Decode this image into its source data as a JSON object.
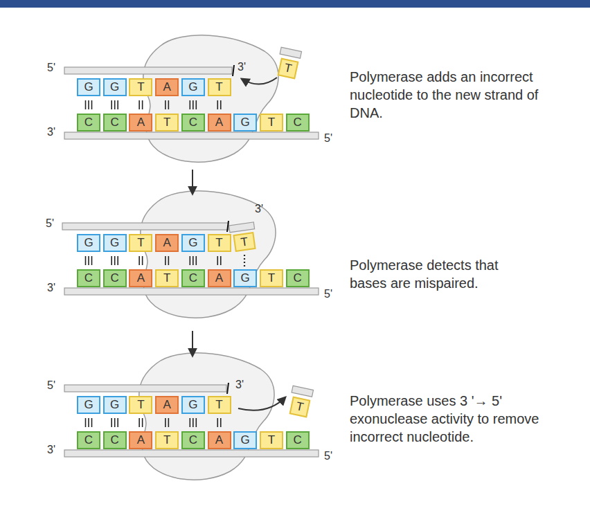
{
  "diagram": {
    "nodes": [
      {
        "text": [
          "G"
        ]
      },
      {
        "text": [
          "G"
        ]
      },
      {
        "text": [
          "T"
        ]
      },
      {
        "text": [
          "A"
        ]
      },
      {
        "text": [
          "G"
        ]
      },
      {
        "text": [
          "T"
        ]
      },
      {
        "text": [
          "T"
        ]
      },
      {
        "text": [
          "C"
        ]
      },
      {
        "text": [
          "C"
        ]
      },
      {
        "text": [
          "A"
        ]
      },
      {
        "text": [
          "T"
        ]
      },
      {
        "text": [
          "C"
        ]
      },
      {
        "text": [
          "A"
        ]
      },
      {
        "text": [
          "G"
        ]
      },
      {
        "text": [
          "T"
        ]
      },
      {
        "text": [
          "C"
        ]
      },
      {
        "text": [
          "G"
        ]
      },
      {
        "text": [
          "G"
        ]
      },
      {
        "text": [
          "T"
        ]
      },
      {
        "text": [
          "A"
        ]
      },
      {
        "text": [
          "G"
        ]
      },
      {
        "text": [
          "T"
        ]
      },
      {
        "text": [
          "T"
        ]
      },
      {
        "text": [
          "C"
        ]
      },
      {
        "text": [
          "C"
        ]
      },
      {
        "text": [
          "A"
        ]
      },
      {
        "text": [
          "T"
        ]
      },
      {
        "text": [
          "C"
        ]
      },
      {
        "text": [
          "A"
        ]
      },
      {
        "text": [
          "G"
        ]
      },
      {
        "text": [
          "T"
        ]
      },
      {
        "text": [
          "C"
        ]
      },
      {
        "text": [
          "G"
        ]
      },
      {
        "text": [
          "G"
        ]
      },
      {
        "text": [
          "T"
        ]
      },
      {
        "text": [
          "A"
        ]
      },
      {
        "text": [
          "G"
        ]
      },
      {
        "text": [
          "T"
        ]
      },
      {
        "text": [
          "T"
        ]
      },
      {
        "text": [
          "C"
        ]
      },
      {
        "text": [
          "C"
        ]
      },
      {
        "text": [
          "A"
        ]
      },
      {
        "text": [
          "T"
        ]
      },
      {
        "text": [
          "C"
        ]
      },
      {
        "text": [
          "A"
        ]
      },
      {
        "text": [
          "G"
        ]
      },
      {
        "text": [
          "T"
        ]
      },
      {
        "text": [
          "C"
        ]
      }
    ],
    "labels": [
      "5'",
      "3'",
      "3'",
      "5'",
      "Polymerase adds an incorrect nucleotide to the new strand of DNA.",
      "5'",
      "3'",
      "3'",
      "5'",
      "Polymerase detects that bases are mispaired.",
      "5'",
      "3'",
      "3'",
      "5'",
      "Polymerase uses 3 '→ 5' exonuclease activity to remove incorrect nucleotide."
    ]
  }
}
